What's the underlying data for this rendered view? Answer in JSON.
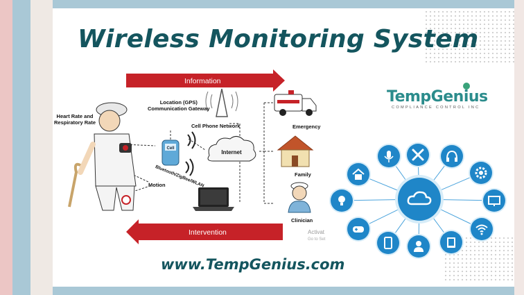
{
  "title": "Wireless Monitoring System",
  "url": "www.TempGenius.com",
  "colors": {
    "title": "#14555e",
    "arrow": "#c62228",
    "hub": "#1f86c8",
    "stripe_pink": "#ecc6c5",
    "stripe_blue": "#a9c8d6"
  },
  "diagram": {
    "top_arrow": "Information",
    "bottom_arrow": "Intervention",
    "labels": {
      "heart": "Heart Rate and\nRespiratory Rate",
      "gps": "Location (GPS)\nCommunication Gateway",
      "cell_network": "Cell Phone Network",
      "cell": "Cell",
      "internet": "Internet",
      "bluetooth": "Bluetooth/ZigBee/WLAN",
      "motion": "Motion",
      "emergency": "Emergency",
      "family": "Family",
      "clinician": "Clinician"
    }
  },
  "logo": {
    "name": "TempGenius",
    "tagline": "COMPLIANCE CONTROL INC"
  },
  "watermark": {
    "line1": "Activat",
    "line2": "Go to Set"
  },
  "iot_icons": [
    "microphone-icon",
    "tools-icon",
    "headphones-icon",
    "gear-icon",
    "monitor-icon",
    "wifi-icon",
    "tablet-icon",
    "user-icon",
    "phone-icon",
    "gamepad-icon",
    "lightbulb-icon",
    "home-icon"
  ]
}
